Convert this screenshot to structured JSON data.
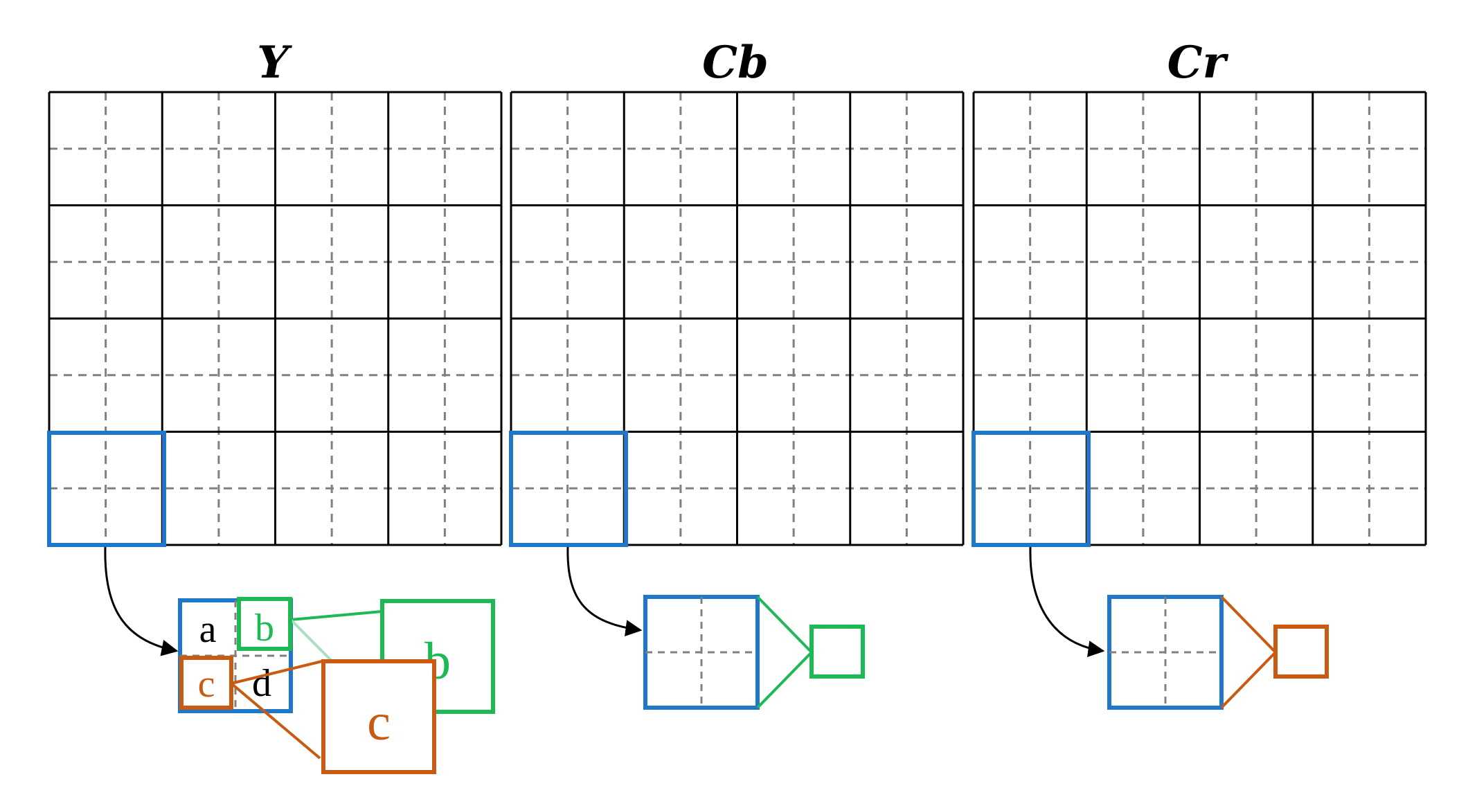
{
  "titles": {
    "y": "Y",
    "cb": "Cb",
    "cr": "Cr"
  },
  "block_labels": {
    "a": "a",
    "b": "b",
    "c": "c",
    "d": "d"
  },
  "zoom_labels": {
    "b": "b",
    "c": "c"
  },
  "colors": {
    "grid_line": "#000000",
    "sub_grid": "#808080",
    "highlight_blue": "#1f77c9",
    "green": "#1db954",
    "orange": "#c85a12",
    "arrow": "#000000"
  }
}
